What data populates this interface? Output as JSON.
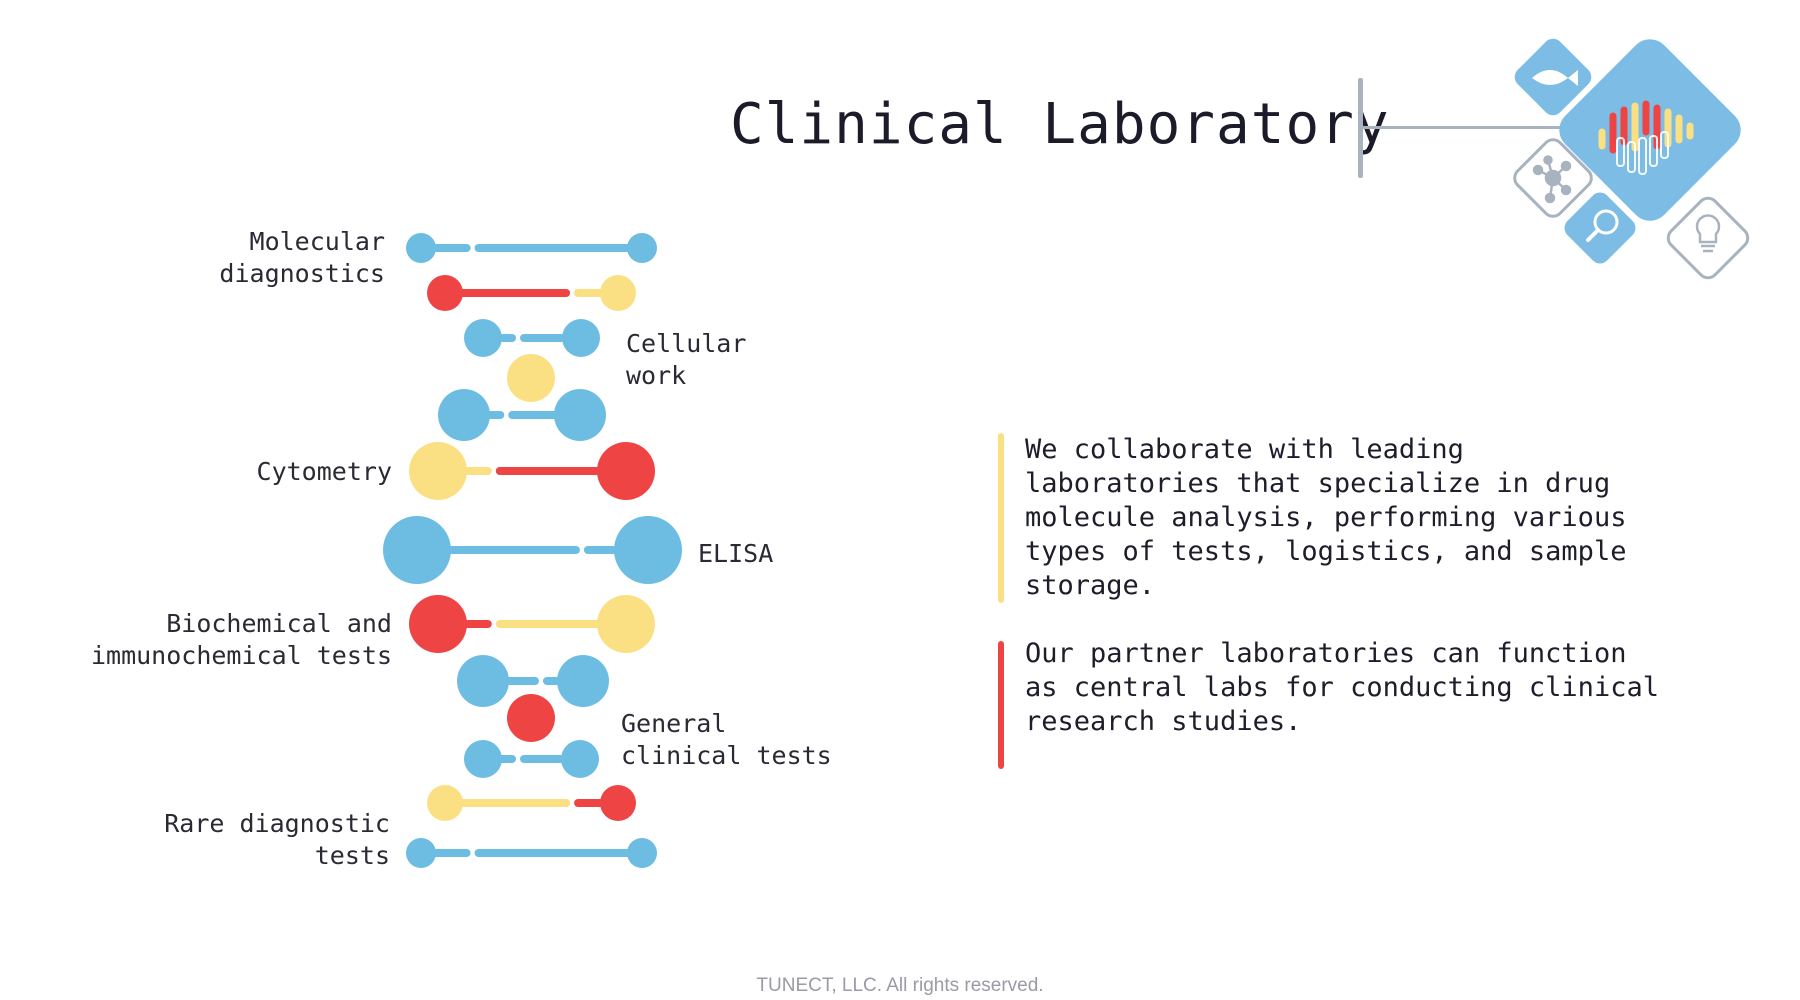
{
  "title": "Clinical Laboratory",
  "colors": {
    "blue": "#6dbde3",
    "red": "#ef4444",
    "yellow": "#fbe083",
    "grey": "#a9b3bf",
    "tile_blue": "#7dbde5"
  },
  "helix_labels": [
    "Molecular\ndiagnostics",
    "Cellular\nwork",
    "Cytometry",
    "ELISA",
    "Biochemical and\nimmunochemical tests",
    "General\nclinical tests",
    "Rare diagnostic\ntests"
  ],
  "paragraphs": [
    {
      "text": "We collaborate with leading laboratories that specialize in drug molecule analysis, performing various types of tests, logistics, and sample storage.",
      "accent": "#fbe083"
    },
    {
      "text": "Our partner laboratories can function as central labs for conducting clinical research studies.",
      "accent": "#ef4444"
    }
  ],
  "icons": [
    "fish-icon",
    "data-bars-icon",
    "molecule-icon",
    "magnifier-icon",
    "lightbulb-icon"
  ],
  "footer": "TUNECT, LLC. All rights reserved."
}
